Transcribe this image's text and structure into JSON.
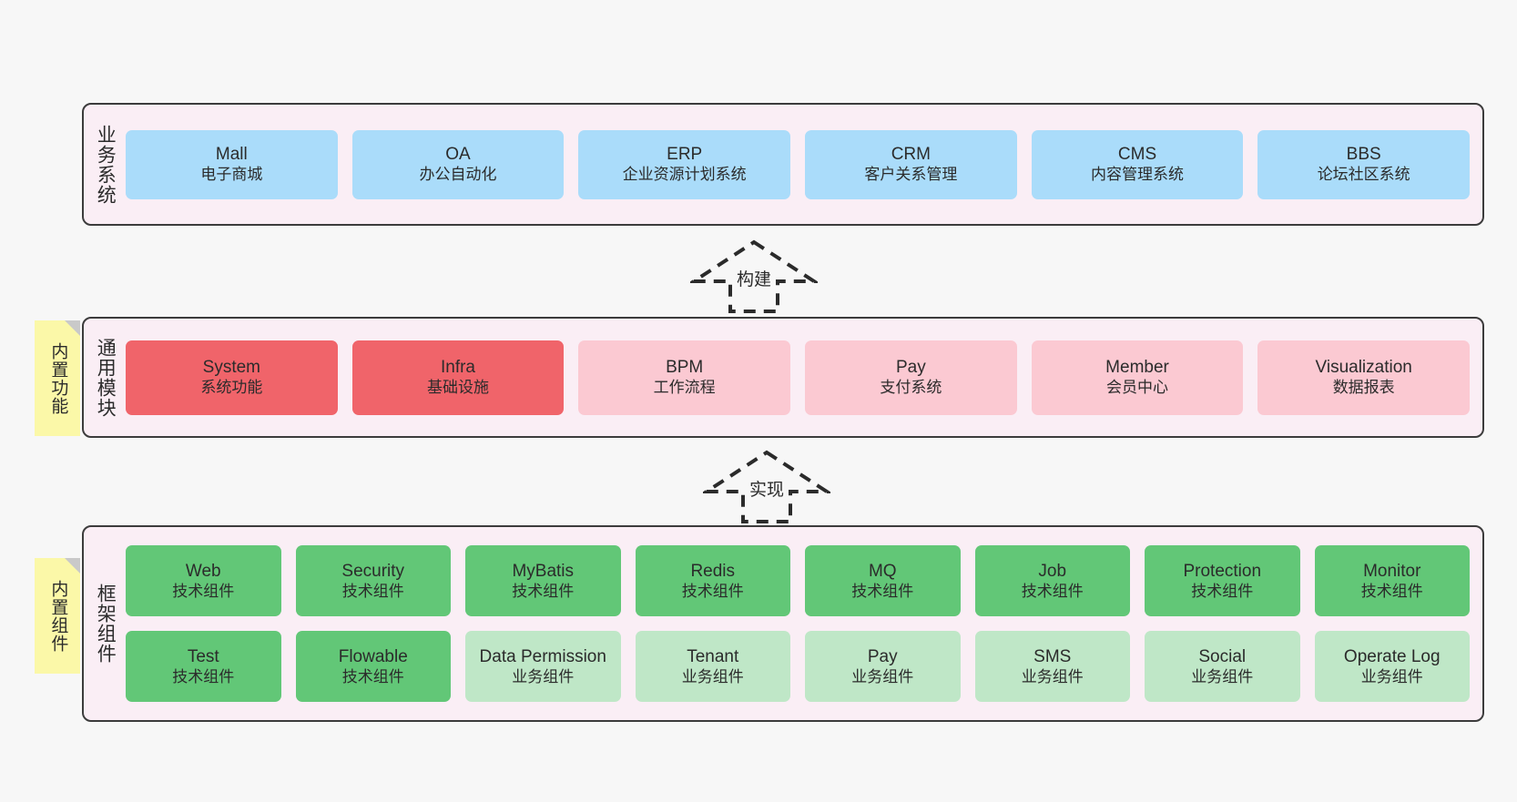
{
  "diagram": {
    "background": "#f7f7f7",
    "panel_bg": "#faeef5",
    "panel_border": "#3c3c3c",
    "note_bg": "#fbf8a8",
    "note_fold": "#c9c9c9"
  },
  "layers": [
    {
      "id": "business-systems",
      "label": "业务系统",
      "note": null,
      "color": "#aadcfa",
      "nodes": [
        {
          "title": "Mall",
          "subtitle": "电子商城"
        },
        {
          "title": "OA",
          "subtitle": "办公自动化"
        },
        {
          "title": "ERP",
          "subtitle": "企业资源计划系统"
        },
        {
          "title": "CRM",
          "subtitle": "客户关系管理"
        },
        {
          "title": "CMS",
          "subtitle": "内容管理系统"
        },
        {
          "title": "BBS",
          "subtitle": "论坛社区系统"
        }
      ]
    },
    {
      "id": "common-modules",
      "label": "通用模块",
      "note": "内置功能",
      "color_strong": "#f0646a",
      "color_soft": "#fbc9d2",
      "nodes": [
        {
          "title": "System",
          "subtitle": "系统功能",
          "variant": "strong"
        },
        {
          "title": "Infra",
          "subtitle": "基础设施",
          "variant": "strong"
        },
        {
          "title": "BPM",
          "subtitle": "工作流程",
          "variant": "soft"
        },
        {
          "title": "Pay",
          "subtitle": "支付系统",
          "variant": "soft"
        },
        {
          "title": "Member",
          "subtitle": "会员中心",
          "variant": "soft"
        },
        {
          "title": "Visualization",
          "subtitle": "数据报表",
          "variant": "soft"
        }
      ]
    },
    {
      "id": "framework-components",
      "label": "框架组件",
      "note": "内置组件",
      "color_tech": "#62c777",
      "color_biz": "#bfe7c7",
      "rows": [
        [
          {
            "title": "Web",
            "subtitle": "技术组件",
            "variant": "tech"
          },
          {
            "title": "Security",
            "subtitle": "技术组件",
            "variant": "tech"
          },
          {
            "title": "MyBatis",
            "subtitle": "技术组件",
            "variant": "tech"
          },
          {
            "title": "Redis",
            "subtitle": "技术组件",
            "variant": "tech"
          },
          {
            "title": "MQ",
            "subtitle": "技术组件",
            "variant": "tech"
          },
          {
            "title": "Job",
            "subtitle": "技术组件",
            "variant": "tech"
          },
          {
            "title": "Protection",
            "subtitle": "技术组件",
            "variant": "tech"
          },
          {
            "title": "Monitor",
            "subtitle": "技术组件",
            "variant": "tech"
          }
        ],
        [
          {
            "title": "Test",
            "subtitle": "技术组件",
            "variant": "tech"
          },
          {
            "title": "Flowable",
            "subtitle": "技术组件",
            "variant": "tech"
          },
          {
            "title": "Data Permission",
            "subtitle": "业务组件",
            "variant": "biz2"
          },
          {
            "title": "Tenant",
            "subtitle": "业务组件",
            "variant": "biz2"
          },
          {
            "title": "Pay",
            "subtitle": "业务组件",
            "variant": "biz2"
          },
          {
            "title": "SMS",
            "subtitle": "业务组件",
            "variant": "biz2"
          },
          {
            "title": "Social",
            "subtitle": "业务组件",
            "variant": "biz2"
          },
          {
            "title": "Operate Log",
            "subtitle": "业务组件",
            "variant": "biz2"
          }
        ]
      ]
    }
  ],
  "arrows": [
    {
      "id": "build-arrow",
      "label": "构建"
    },
    {
      "id": "implement-arrow",
      "label": "实现"
    }
  ]
}
